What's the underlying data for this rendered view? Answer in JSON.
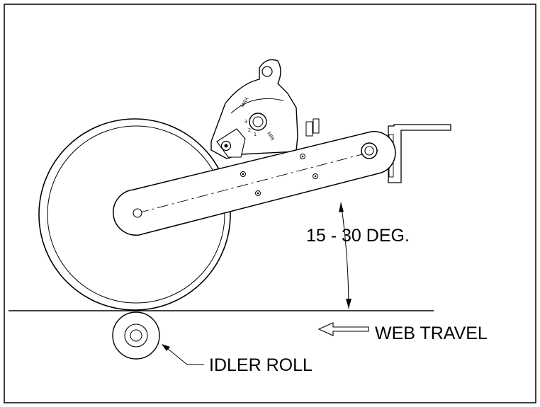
{
  "diagram": {
    "labels": {
      "angle": "15 - 30 DEG.",
      "web_travel": "WEB TRAVEL",
      "idler_roll": "IDLER ROLL"
    },
    "dial": {
      "max": "MAX",
      "min": "MIN",
      "marks": [
        "3",
        "1",
        "2"
      ]
    },
    "colors": {
      "line": "#000000",
      "background": "#ffffff"
    }
  }
}
